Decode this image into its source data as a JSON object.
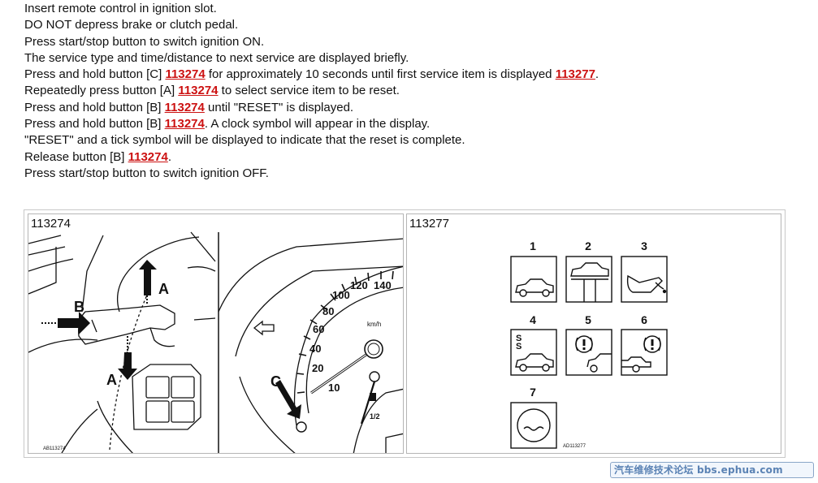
{
  "steps": [
    {
      "text": "Insert remote control in ignition slot."
    },
    {
      "text": "DO NOT depress brake or clutch pedal."
    },
    {
      "text": "Press start/stop button to switch ignition ON."
    },
    {
      "text": "The service type and time/distance to next service are displayed briefly."
    },
    {
      "pre": "Press and hold button [C] ",
      "ref": "113274",
      "mid": " for approximately 10 seconds until first service item is displayed ",
      "ref2": "113277",
      "post": "."
    },
    {
      "pre": "Repeatedly press button [A] ",
      "ref": "113274",
      "post": " to select service item to be reset."
    },
    {
      "pre": "Press and hold button [B] ",
      "ref": "113274",
      "post": " until \"RESET\" is displayed."
    },
    {
      "pre": "Press and hold button [B] ",
      "ref": "113274",
      "post": ". A clock symbol will appear in the display."
    },
    {
      "text": "\"RESET\" and a tick symbol will be displayed to indicate that the reset is complete."
    },
    {
      "pre": "Release button [B] ",
      "ref": "113274",
      "post": "."
    },
    {
      "text": "Press start/stop button to switch ignition OFF."
    }
  ],
  "figures": {
    "left": {
      "caption": "113274",
      "label_a_top": "A",
      "label_a_bottom": "A",
      "label_b": "B",
      "label_c": "C",
      "dial_numbers": [
        "120",
        "140",
        "100",
        "80",
        "60",
        "40",
        "20",
        "10"
      ],
      "unit": "km/h",
      "fuel_half": "1/2",
      "code": "AB113274"
    },
    "right": {
      "caption": "113277",
      "item_numbers": [
        "1",
        "2",
        "3",
        "4",
        "5",
        "6",
        "7"
      ],
      "code": "AD113277"
    }
  },
  "footer": {
    "text": "汽车维修技术论坛 bbs.ephua.com"
  }
}
